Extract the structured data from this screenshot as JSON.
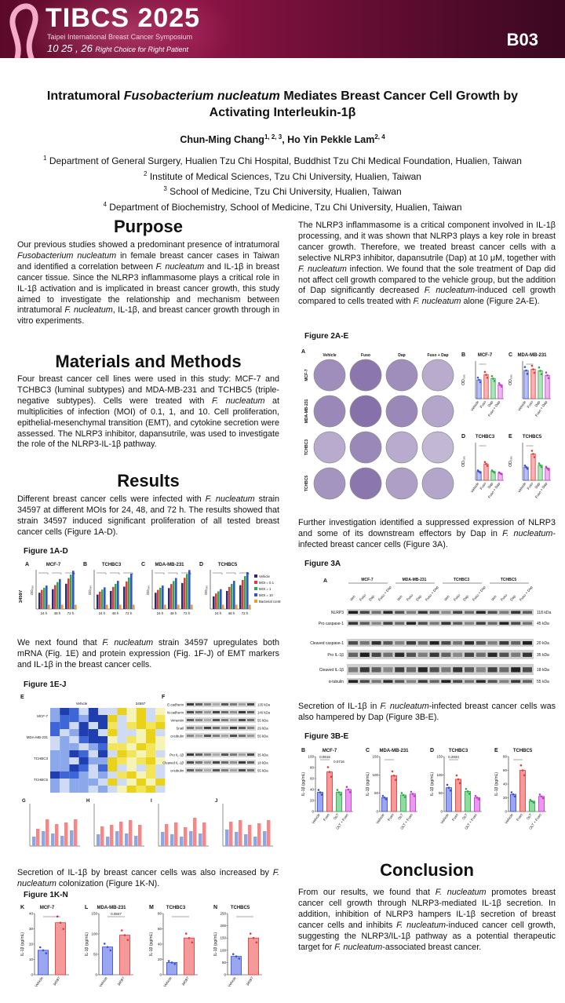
{
  "banner": {
    "title": "TIBCS 2025",
    "subtitle": "Taipei International Breast Cancer Symposium",
    "dates": "10 25 , 26",
    "tagline": "Right Choice for Right Patient",
    "code": "B03"
  },
  "title": {
    "part1": "Intratumoral ",
    "italic": "Fusobacterium nucleatum",
    "part2": " Mediates Breast Cancer Cell Growth by Activating Interleukin-1β"
  },
  "authors": {
    "a1": "Chun-Ming Chang",
    "a1_sup": "1, 2, 3",
    "sep": ", ",
    "a2": "Ho Yin Pekkle Lam",
    "a2_sup": "2, 4"
  },
  "affiliations": [
    {
      "sup": "1",
      "text": "Department of General Surgery, Hualien Tzu Chi Hospital, Buddhist Tzu Chi Medical Foundation, Hualien, Taiwan"
    },
    {
      "sup": "2",
      "text": "Institute of Medical Sciences, Tzu Chi University, Hualien, Taiwan"
    },
    {
      "sup": "3",
      "text": "School of Medicine, Tzu Chi University, Hualien, Taiwan"
    },
    {
      "sup": "4",
      "text": "Department of Biochemistry, School of Medicine, Tzu Chi University, Hualien, Taiwan"
    }
  ],
  "purpose": {
    "heading": "Purpose",
    "t1": "Our previous studies showed a predominant presence of intratumoral ",
    "i1": "Fusobacterium nucleatum",
    "t2": " in female breast cancer cases in Taiwan and identified a correlation between ",
    "i2": "F. nucleatum",
    "t3": " and IL-1β in breast cancer tissue. Since the NLRP3 inflammasome plays a critical role in IL-1β activation and is implicated in breast cancer growth, this study aimed to investigate the relationship and mechanism between intratumoral ",
    "i3": "F. nucleatum",
    "t4": ", IL-1β, and breast cancer growth through in vitro experiments."
  },
  "methods": {
    "heading": "Materials and Methods",
    "t1": "Four breast cancer cell lines were used in this study: MCF-7 and TCHBC3 (luminal subtypes) and MDA-MB-231 and TCHBC5 (triple-negative subtypes). Cells were treated with ",
    "i1": "F. nucleatum",
    "t2": " at multiplicities of infection (MOI) of 0.1, 1, and 10. Cell proliferation, epithelial-mesenchymal transition (EMT), and cytokine secretion were assessed. The NLRP3 inhibitor, dapansutrile, was used to investigate the role of the NLRP3-IL-1β pathway."
  },
  "results": {
    "heading": "Results",
    "p1_t1": "Different breast cancer cells were infected with ",
    "p1_i1": "F. nucleatum",
    "p1_t2": " strain 34597 at different MOIs for 24, 48, and 72 h. The results showed that strain 34597 induced significant proliferation of all tested breast cancer cells (Figure 1A-D).",
    "p2_t1": "We next found that ",
    "p2_i1": "F. nucleatum",
    "p2_t2": " strain 34597 upregulates both mRNA (Fig. 1E) and protein expression (Fig. 1F-J) of EMT markers and IL-1β in the breast cancer cells.",
    "p3_t1": "Secretion of IL-1β by breast cancer cells was also increased by ",
    "p3_i1": "F. nucleatum",
    "p3_t2": " colonization (Figure 1K-N)."
  },
  "right": {
    "p1_t1": "The NLRP3 inflammasome is a critical component involved in IL-1β processing, and it was shown that NLRP3 plays a key role in breast cancer growth. Therefore, we treated breast cancer cells with a selective NLRP3 inhibitor, dapansutrile (Dap) at 10 μM, together with ",
    "p1_i1": "F. nucleatum",
    "p1_t2": " infection. We found that the sole treatment of Dap did not affect cell growth compared to the vehicle group, but the addition of Dap significantly decreased ",
    "p1_i2": "F. nucleatum",
    "p1_t3": "-induced cell growth compared to cells treated with ",
    "p1_i3": "F. nucleatum",
    "p1_t4": " alone (Figure 2A-E).",
    "p2_t1": "Further investigation identified a suppressed expression of NLRP3 and some of its downstream effectors by Dap in ",
    "p2_i1": "F. nucleatum",
    "p2_t2": "-infected breast cancer cells (Figure 3A).",
    "p3_t1": "Secretion of IL-1β in ",
    "p3_i1": "F. nucleatum",
    "p3_t2": "-infected breast cancer cells was also hampered by Dap (Figure 3B-E)."
  },
  "conclusion": {
    "heading": "Conclusion",
    "t1": "From our results, we found that ",
    "i1": "F. nucleatum",
    "t2": " promotes breast cancer cell growth through NLRP3-mediated IL-1β secretion. In addition, inhibition of NLRP3 hampers IL-1β secretion of breast cancer cells and inhibits ",
    "i2": "F. nucleatum",
    "t3": "-induced cancer cell growth, suggesting the NLRP3/IL-1β pathway as a potential therapeutic target for ",
    "i3": "F. nucleatum",
    "t4": "-associated breast cancer."
  },
  "figures": {
    "f1ad": "Figure 1A-D",
    "f1ej": "Figure 1E-J",
    "f1kn": "Figure 1K-N",
    "f2ae": "Figure 2A-E",
    "f3a": "Figure 3A",
    "f3be": "Figure 3B-E"
  },
  "fig1ad": {
    "panels": [
      {
        "letter": "A",
        "name": "MCF-7"
      },
      {
        "letter": "B",
        "name": "TCHBC3"
      },
      {
        "letter": "C",
        "name": "MDA-MB-231"
      },
      {
        "letter": "D",
        "name": "TCHBC5"
      }
    ],
    "strain": "34597",
    "ylabel": "OD₅₉₀",
    "times": [
      "24 h",
      "48 h",
      "72 h"
    ],
    "legend": [
      "Vehicle",
      "MOI = 0.1",
      "MOI = 1",
      "MOI = 10",
      "Bacterial control"
    ],
    "colors": [
      "#2b2b7a",
      "#e03a3a",
      "#2fa84f",
      "#3355cc",
      "#f09a2a"
    ]
  },
  "fig1kn": {
    "ylabel": "IL-1β (pg/mL)",
    "groups": [
      "Vehicle",
      "34597"
    ],
    "panels": [
      {
        "letter": "K",
        "name": "MCF-7",
        "values": [
          16,
          34
        ],
        "ymax": 40,
        "ticks": [
          "0",
          "10",
          "20",
          "30",
          "40"
        ],
        "p": ""
      },
      {
        "letter": "L",
        "name": "MDA-MB-231",
        "values": [
          68,
          97
        ],
        "ymax": 150,
        "ticks": [
          "0",
          "50",
          "100",
          "150"
        ],
        "p": "0.0847"
      },
      {
        "letter": "M",
        "name": "TCHBC3",
        "values": [
          16,
          48
        ],
        "ymax": 80,
        "ticks": [
          "0",
          "20",
          "40",
          "60",
          "80"
        ],
        "p": ""
      },
      {
        "letter": "N",
        "name": "TCHBC5",
        "values": [
          75,
          150
        ],
        "ymax": 250,
        "ticks": [
          "0",
          "50",
          "100",
          "150",
          "200",
          "250"
        ],
        "p": ""
      }
    ]
  },
  "fig2": {
    "cols": [
      "Vehicle",
      "Fuso",
      "Dap",
      "Fuso + Dap"
    ],
    "rows": [
      "MCF-7",
      "MDA-MB-231",
      "TCHBC3",
      "TCHBC5"
    ],
    "panels": [
      {
        "letter": "B",
        "name": "MCF-7",
        "values": [
          0.75,
          0.95,
          0.8,
          0.55
        ],
        "ymax": 1.5
      },
      {
        "letter": "C",
        "name": "MDA-MB-231",
        "values": [
          0.75,
          0.78,
          0.74,
          0.62
        ],
        "ymax": 1.0
      },
      {
        "letter": "D",
        "name": "TCHBC3",
        "values": [
          0.35,
          0.65,
          0.35,
          0.28
        ],
        "ymax": 1.5
      },
      {
        "letter": "E",
        "name": "TCHBC5",
        "values": [
          0.35,
          0.7,
          0.4,
          0.32
        ],
        "ymax": 1.0
      }
    ],
    "groups": [
      "Vehicle",
      "Fuso",
      "Dap",
      "Fuso + Dap"
    ],
    "ylabel": "OD₅₉₀"
  },
  "fig3a": {
    "lines": [
      "MCF-7",
      "MDA-MB-231",
      "TCHBC3",
      "TCHBC5"
    ],
    "lanes": [
      "Veh",
      "Fuso",
      "Dap",
      "Fuso + Dap"
    ],
    "proteins": [
      "NLRP3",
      "Pro caspase-1",
      "Cleaved caspase-1",
      "Pro IL-1β",
      "Cleaved IL-1β",
      "α-tubulin"
    ],
    "kda": [
      "118 kDa",
      "45 kDa",
      "20 kDa",
      "35 kDa",
      "18 kDa",
      "55 kDa"
    ],
    "letter": "A"
  },
  "fig3be": {
    "ylabel": "IL-1β (pg/mL)",
    "groups": [
      "Vehicle",
      "Fuso",
      "OLT",
      "OLT + Fuso"
    ],
    "panels": [
      {
        "letter": "B",
        "name": "MCF-7",
        "values": [
          35,
          72,
          35,
          40
        ],
        "ymax": 100,
        "ticks": [
          "0",
          "20",
          "40",
          "60",
          "80",
          "100"
        ],
        "p": "0.0616",
        "p2": "0.0716"
      },
      {
        "letter": "C",
        "name": "MDA-MB-231",
        "values": [
          38,
          98,
          45,
          48
        ],
        "ymax": 150,
        "ticks": [
          "0",
          "50",
          "100",
          "150"
        ],
        "p": "",
        "p2": ""
      },
      {
        "letter": "D",
        "name": "TCHBC3",
        "values": [
          65,
          88,
          55,
          38
        ],
        "ymax": 150,
        "ticks": [
          "0",
          "50",
          "100",
          "150"
        ],
        "p": "0.2934",
        "p2": ""
      },
      {
        "letter": "E",
        "name": "TCHBC5",
        "values": [
          25,
          60,
          15,
          22
        ],
        "ymax": 80,
        "ticks": [
          "0",
          "20",
          "40",
          "60",
          "80"
        ],
        "p": "",
        "p2": ""
      }
    ]
  },
  "fig1ej": {
    "letter_e": "E",
    "letter_f": "F",
    "rows": [
      "MCF-7",
      "MDA-MB-231",
      "TCHBC3",
      "TCHBC5"
    ],
    "heads": [
      "Vehicle",
      "34597"
    ],
    "wb_bands": [
      "E-cadherin",
      "N-cadherin",
      "Vimentin",
      "Snail",
      "α-tubulin"
    ],
    "wb_kda": [
      "135 kDa",
      "140 kDa",
      "55 kDa",
      "29 kDa",
      "55 kDa"
    ],
    "wb2_bands": [
      "Pro IL-1β",
      "Cleaved IL-1β",
      "α-tubulin"
    ],
    "wb2_kda": [
      "35 kDa",
      "18 kDa",
      "55 kDa"
    ],
    "lower": [
      "G",
      "H",
      "I",
      "J"
    ]
  }
}
